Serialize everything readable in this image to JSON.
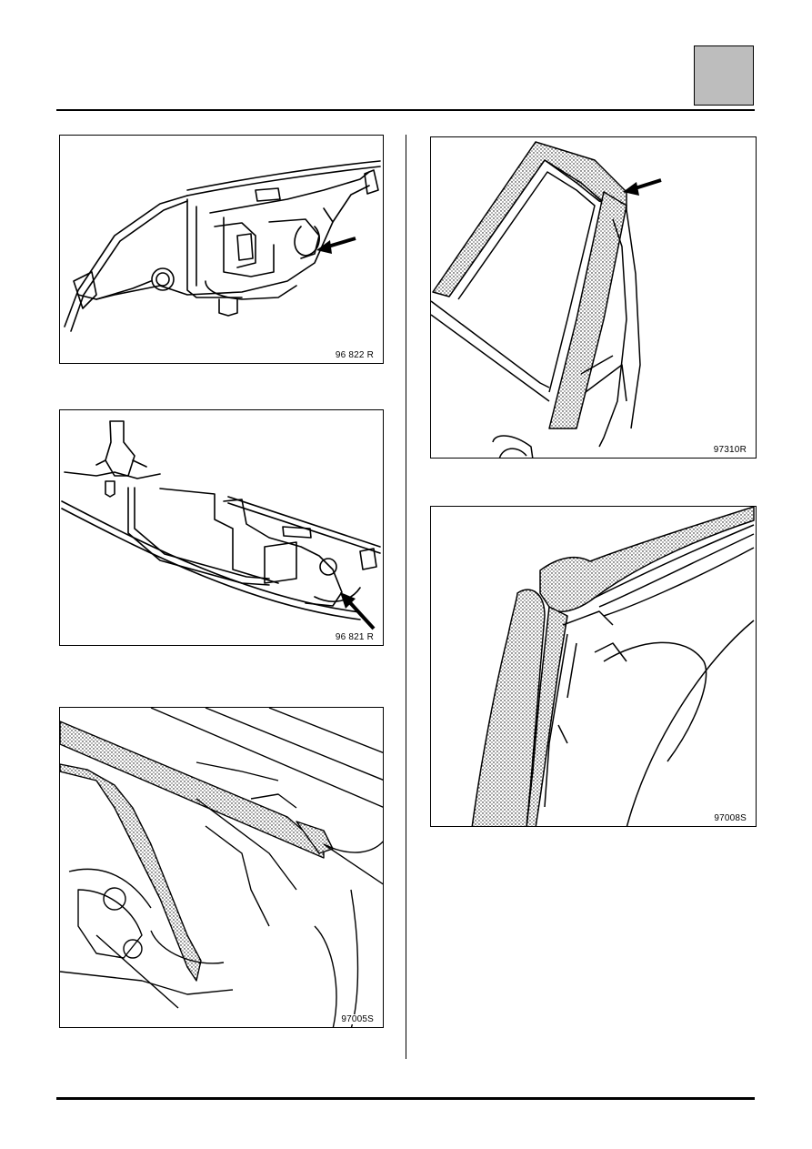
{
  "header": {
    "tab_color": "#bdbdbd"
  },
  "figures": [
    {
      "id": "fig1",
      "label": "96 822 R",
      "kind": "line-drawing",
      "has_arrow": true
    },
    {
      "id": "fig2",
      "label": "96 821 R",
      "kind": "line-drawing",
      "has_arrow": true
    },
    {
      "id": "fig3",
      "label": "97005S",
      "kind": "line-drawing",
      "has_arrow": false
    },
    {
      "id": "fig4",
      "label": "97310R",
      "kind": "line-drawing",
      "has_arrow": true
    },
    {
      "id": "fig5",
      "label": "97008S",
      "kind": "line-drawing",
      "has_arrow": false
    }
  ]
}
